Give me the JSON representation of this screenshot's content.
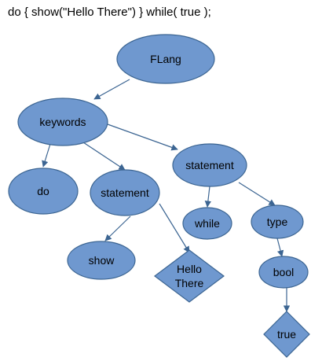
{
  "code": "do { show(\"Hello There\") } while( true );",
  "nodes": [
    {
      "id": "flang",
      "shape": "ellipse",
      "label": "FLang"
    },
    {
      "id": "keywords",
      "shape": "ellipse",
      "label": "keywords"
    },
    {
      "id": "do",
      "shape": "ellipse",
      "label": "do"
    },
    {
      "id": "statement-left",
      "shape": "ellipse",
      "label": "statement"
    },
    {
      "id": "statement-right",
      "shape": "ellipse",
      "label": "statement"
    },
    {
      "id": "show",
      "shape": "ellipse",
      "label": "show"
    },
    {
      "id": "hello-there",
      "shape": "diamond",
      "label": [
        "Hello",
        "There"
      ]
    },
    {
      "id": "while",
      "shape": "ellipse",
      "label": "while"
    },
    {
      "id": "type",
      "shape": "ellipse",
      "label": "type"
    },
    {
      "id": "bool",
      "shape": "ellipse",
      "label": "bool"
    },
    {
      "id": "true",
      "shape": "diamond",
      "label": "true"
    }
  ],
  "edges": [
    {
      "from": "flang",
      "to": "keywords"
    },
    {
      "from": "keywords",
      "to": "do"
    },
    {
      "from": "keywords",
      "to": "statement-left"
    },
    {
      "from": "keywords",
      "to": "statement-right"
    },
    {
      "from": "statement-left",
      "to": "show"
    },
    {
      "from": "statement-left",
      "to": "hello-there"
    },
    {
      "from": "statement-right",
      "to": "while"
    },
    {
      "from": "statement-right",
      "to": "type"
    },
    {
      "from": "type",
      "to": "bool"
    },
    {
      "from": "bool",
      "to": "true"
    }
  ],
  "colors": {
    "node_fill": "#6f98cf",
    "node_stroke": "#3c6592"
  }
}
